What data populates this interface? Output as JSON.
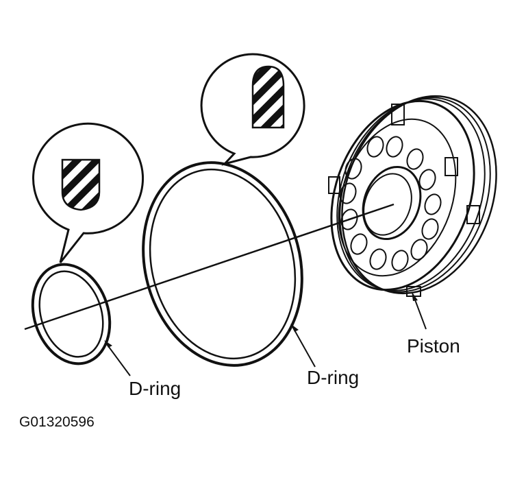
{
  "labels": {
    "small_ring": "D-ring",
    "large_ring": "D-ring",
    "piston": "Piston"
  },
  "figure_id": "G01320596",
  "colors": {
    "ink": "#111111",
    "paper": "#ffffff"
  },
  "icons": {
    "small_callout": "d-ring-cross-section-icon",
    "large_callout": "d-ring-cross-section-icon"
  }
}
